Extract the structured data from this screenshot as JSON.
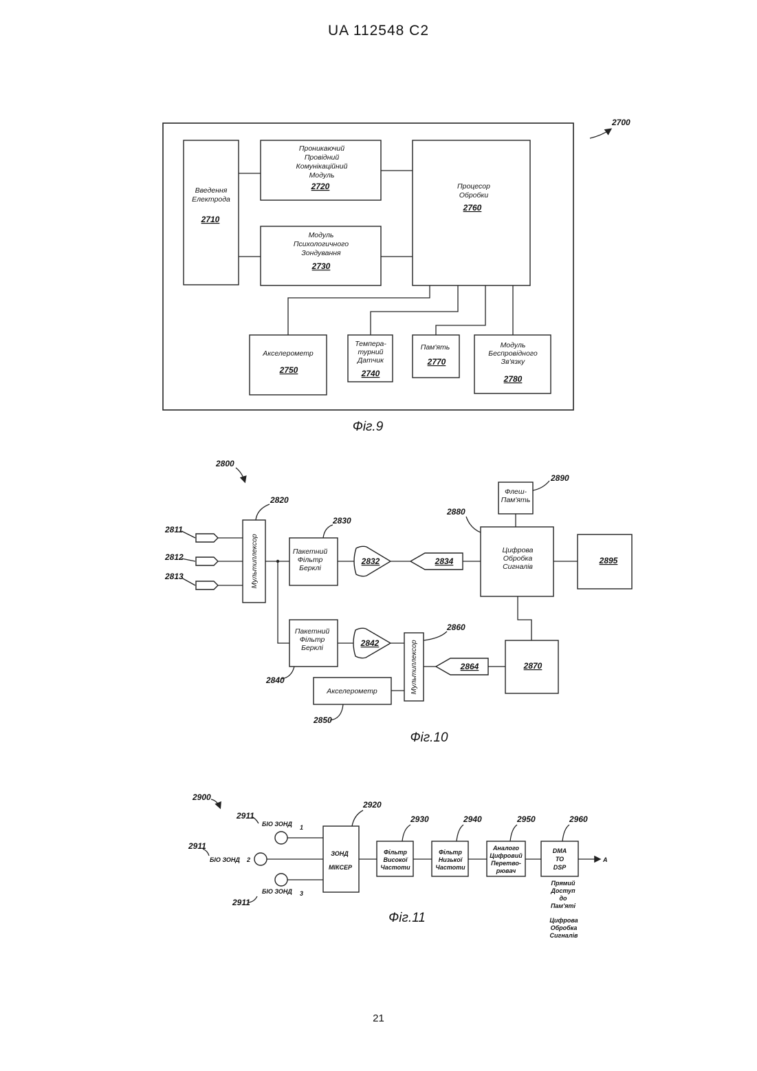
{
  "header": "UA   112548   C2",
  "page_number": "21",
  "fig9": {
    "caption": "Фіг.9",
    "ref": "2700",
    "electrode": {
      "l1": "Введення",
      "l2": "Електрода",
      "num": "2710"
    },
    "penetrating": {
      "l1": "Проникаючий",
      "l2": "Провідний",
      "l3": "Комунікаційний",
      "l4": "Модуль",
      "num": "2720"
    },
    "psych": {
      "l1": "Модуль",
      "l2": "Психологичного",
      "l3": "Зондування",
      "num": "2730"
    },
    "cpu": {
      "l1": "Процесор",
      "l2": "Обробки",
      "num": "2760"
    },
    "accel": {
      "l1": "Акселерометр",
      "num": "2750"
    },
    "temp": {
      "l1": "Темпера-",
      "l2": "турний",
      "l3": "Датчик",
      "num": "2740"
    },
    "mem": {
      "l1": "Пам'ять",
      "num": "2770"
    },
    "wireless": {
      "l1": "Модуль",
      "l2": "Беспровідного",
      "l3": "Зв'язку",
      "num": "2780"
    }
  },
  "fig10": {
    "caption": "Фіг.10",
    "ref": "2800",
    "in1": "2811",
    "in2": "2812",
    "in3": "2813",
    "mux1": {
      "label": "Мультиплексор",
      "ref": "2820"
    },
    "filter1": {
      "l1": "Пакетний",
      "l2": "Фільтр",
      "l3": "Берклі",
      "ref": "2830"
    },
    "amp1": "2832",
    "amp2": "2834",
    "flash": {
      "l1": "Флеш-",
      "l2": "Пам'ять",
      "ref": "2890"
    },
    "dsp": {
      "l1": "Цифрова",
      "l2": "Обробка",
      "l3": "Сигналів",
      "ref": "2880"
    },
    "out": "2895",
    "filter2": {
      "l1": "Пакетний",
      "l2": "Фільтр",
      "l3": "Берклі",
      "ref": "2840"
    },
    "amp3": "2842",
    "mux2": {
      "label": "Мультиплексор",
      "ref": "2860"
    },
    "amp4": "2864",
    "box2870": "2870",
    "accel": {
      "label": "Акселерометр",
      "ref": "2850"
    }
  },
  "fig11": {
    "caption": "Фіг.11",
    "ref": "2900",
    "probe_ref": "2911",
    "probe_label": "БІО ЗОНД",
    "probe_n1": "1",
    "probe_n2": "2",
    "probe_n3": "3",
    "mixer": {
      "l1": "ЗОНД",
      "l2": "МІКСЕР",
      "ref": "2920"
    },
    "hpf": {
      "l1": "Фільтр",
      "l2": "Високої",
      "l3": "Частоти",
      "ref": "2930"
    },
    "lpf": {
      "l1": "Фільтр",
      "l2": "Низької",
      "l3": "Частоти",
      "ref": "2940"
    },
    "adc": {
      "l1": "Аналого",
      "l2": "Цифровий",
      "l3": "Перетво-",
      "l4": "рювач",
      "ref": "2950"
    },
    "dma": {
      "l1": "DMA",
      "l2": "TO",
      "l3": "DSP",
      "ref": "2960"
    },
    "out": "A",
    "note1": {
      "l1": "Прямий",
      "l2": "Доступ",
      "l3": "до",
      "l4": "Пам'яті"
    },
    "note2": {
      "l1": "Цифрова",
      "l2": "Обробка",
      "l3": "Сигналів"
    }
  }
}
